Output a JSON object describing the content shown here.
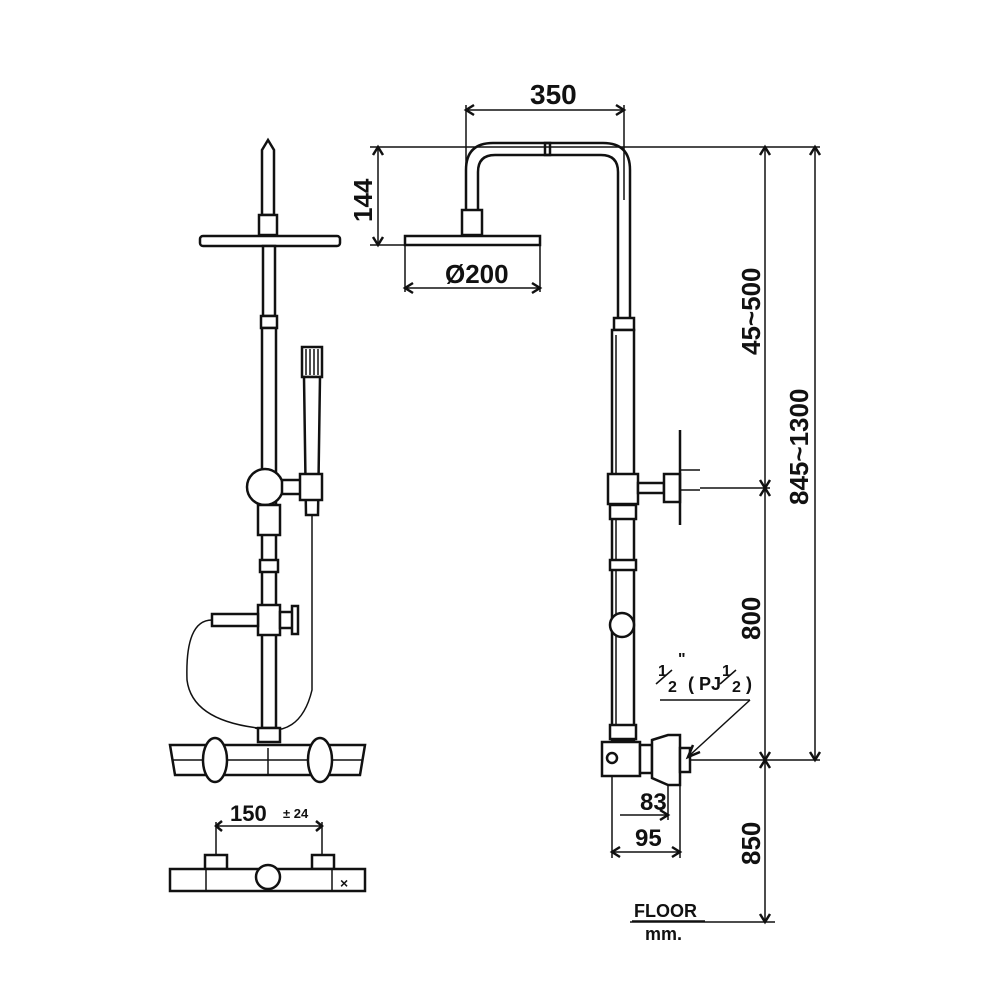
{
  "dimensions": {
    "top_width": "350",
    "head_offset": "144",
    "head_diameter": "Ø200",
    "height_range_upper": "45~500",
    "overall_range": "845~1300",
    "bracket_height": "800",
    "floor_height": "850",
    "inlet_83": "83",
    "inlet_95": "95",
    "mixer_spacing": "150",
    "mixer_tolerance": "± 24"
  },
  "thread": {
    "a": "1",
    "b": "2",
    "mark": "\"",
    "paren_open": "( PJ",
    "c": "1",
    "d": "2",
    "paren_close": ")"
  },
  "footer": {
    "floor": "FLOOR",
    "unit": "mm."
  }
}
